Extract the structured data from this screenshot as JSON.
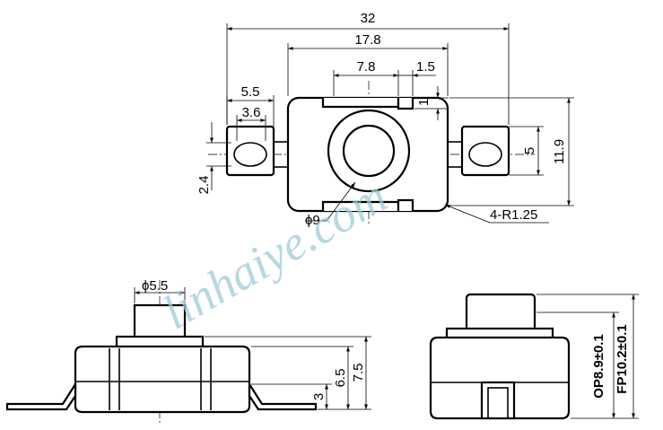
{
  "top_view": {
    "overall_width": "32",
    "body_width": "17.8",
    "slot_width": "7.8",
    "notch_width": "1.5",
    "notch_depth": "1",
    "tab_outer": "5.5",
    "tab_inner": "3.6",
    "tab_offset": "2.4",
    "tab_height": "5",
    "body_height": "11.9",
    "button_diameter": "9",
    "corner_radius": "4-R1.25"
  },
  "front_view": {
    "button_diameter": "5.5",
    "lead_height": "3",
    "body_height": "6.5",
    "total_height": "7.5"
  },
  "side_view": {
    "operating_position": "OP8.9±0.1",
    "free_position": "FP10.2±0.1"
  },
  "watermark": "linhaiye.com",
  "symbols": {
    "diameter": "ϕ"
  }
}
